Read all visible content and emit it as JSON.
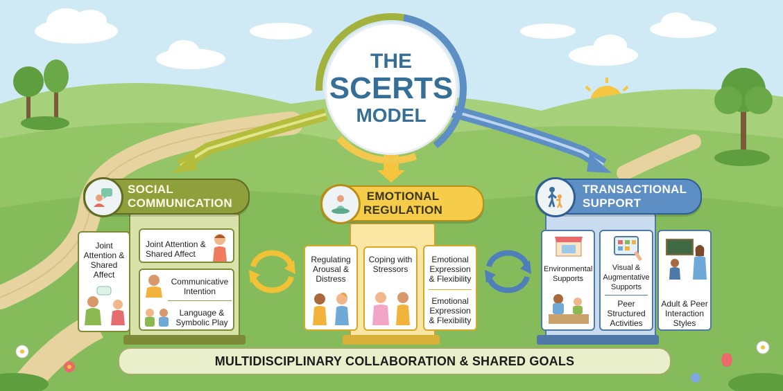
{
  "title": {
    "line1": "THE",
    "line2": "SCERTS",
    "line3": "MODEL"
  },
  "pillars": {
    "social_communication": {
      "title_line1": "SOCIAL",
      "title_line2": "COMMUNICATION",
      "icon": "speech-bubble-person-icon",
      "color": "#8f9f3b",
      "cards": {
        "side": "Joint Attention & Shared Affect",
        "top": "Joint Attention & Shared Affect",
        "middle": "Communicative Intention",
        "bottom": "Language & Symbolic Play"
      }
    },
    "emotional_regulation": {
      "title_line1": "EMOTIONAL",
      "title_line2": "REGULATION",
      "icon": "meditating-person-icon",
      "color": "#f6cd4a",
      "cards": {
        "left": "Regulating Arousal & Distress",
        "center": "Coping with Stressors",
        "right_top": "Emotional Expression & Flexibility",
        "right_bottom": "Emotional Expression & Flexibility"
      }
    },
    "transactional_support": {
      "title_line1": "TRANSACTIONAL",
      "title_line2": "SUPPORT",
      "icon": "adult-child-walking-icon",
      "color": "#5e8fc4",
      "cards": {
        "left": "Environmental Supports",
        "middle_top": "Visual & Augmentative Supports",
        "middle_bottom": "Peer Structured Activities",
        "right": "Adult & Peer Interaction Styles"
      }
    }
  },
  "banner": "MULTIDISCIPLINARY COLLABORATION & SHARED GOALS",
  "colors": {
    "sky": "#cfe9f5",
    "grass": "#8cc063",
    "path": "#e6d3a0",
    "title_blue": "#356f97"
  }
}
